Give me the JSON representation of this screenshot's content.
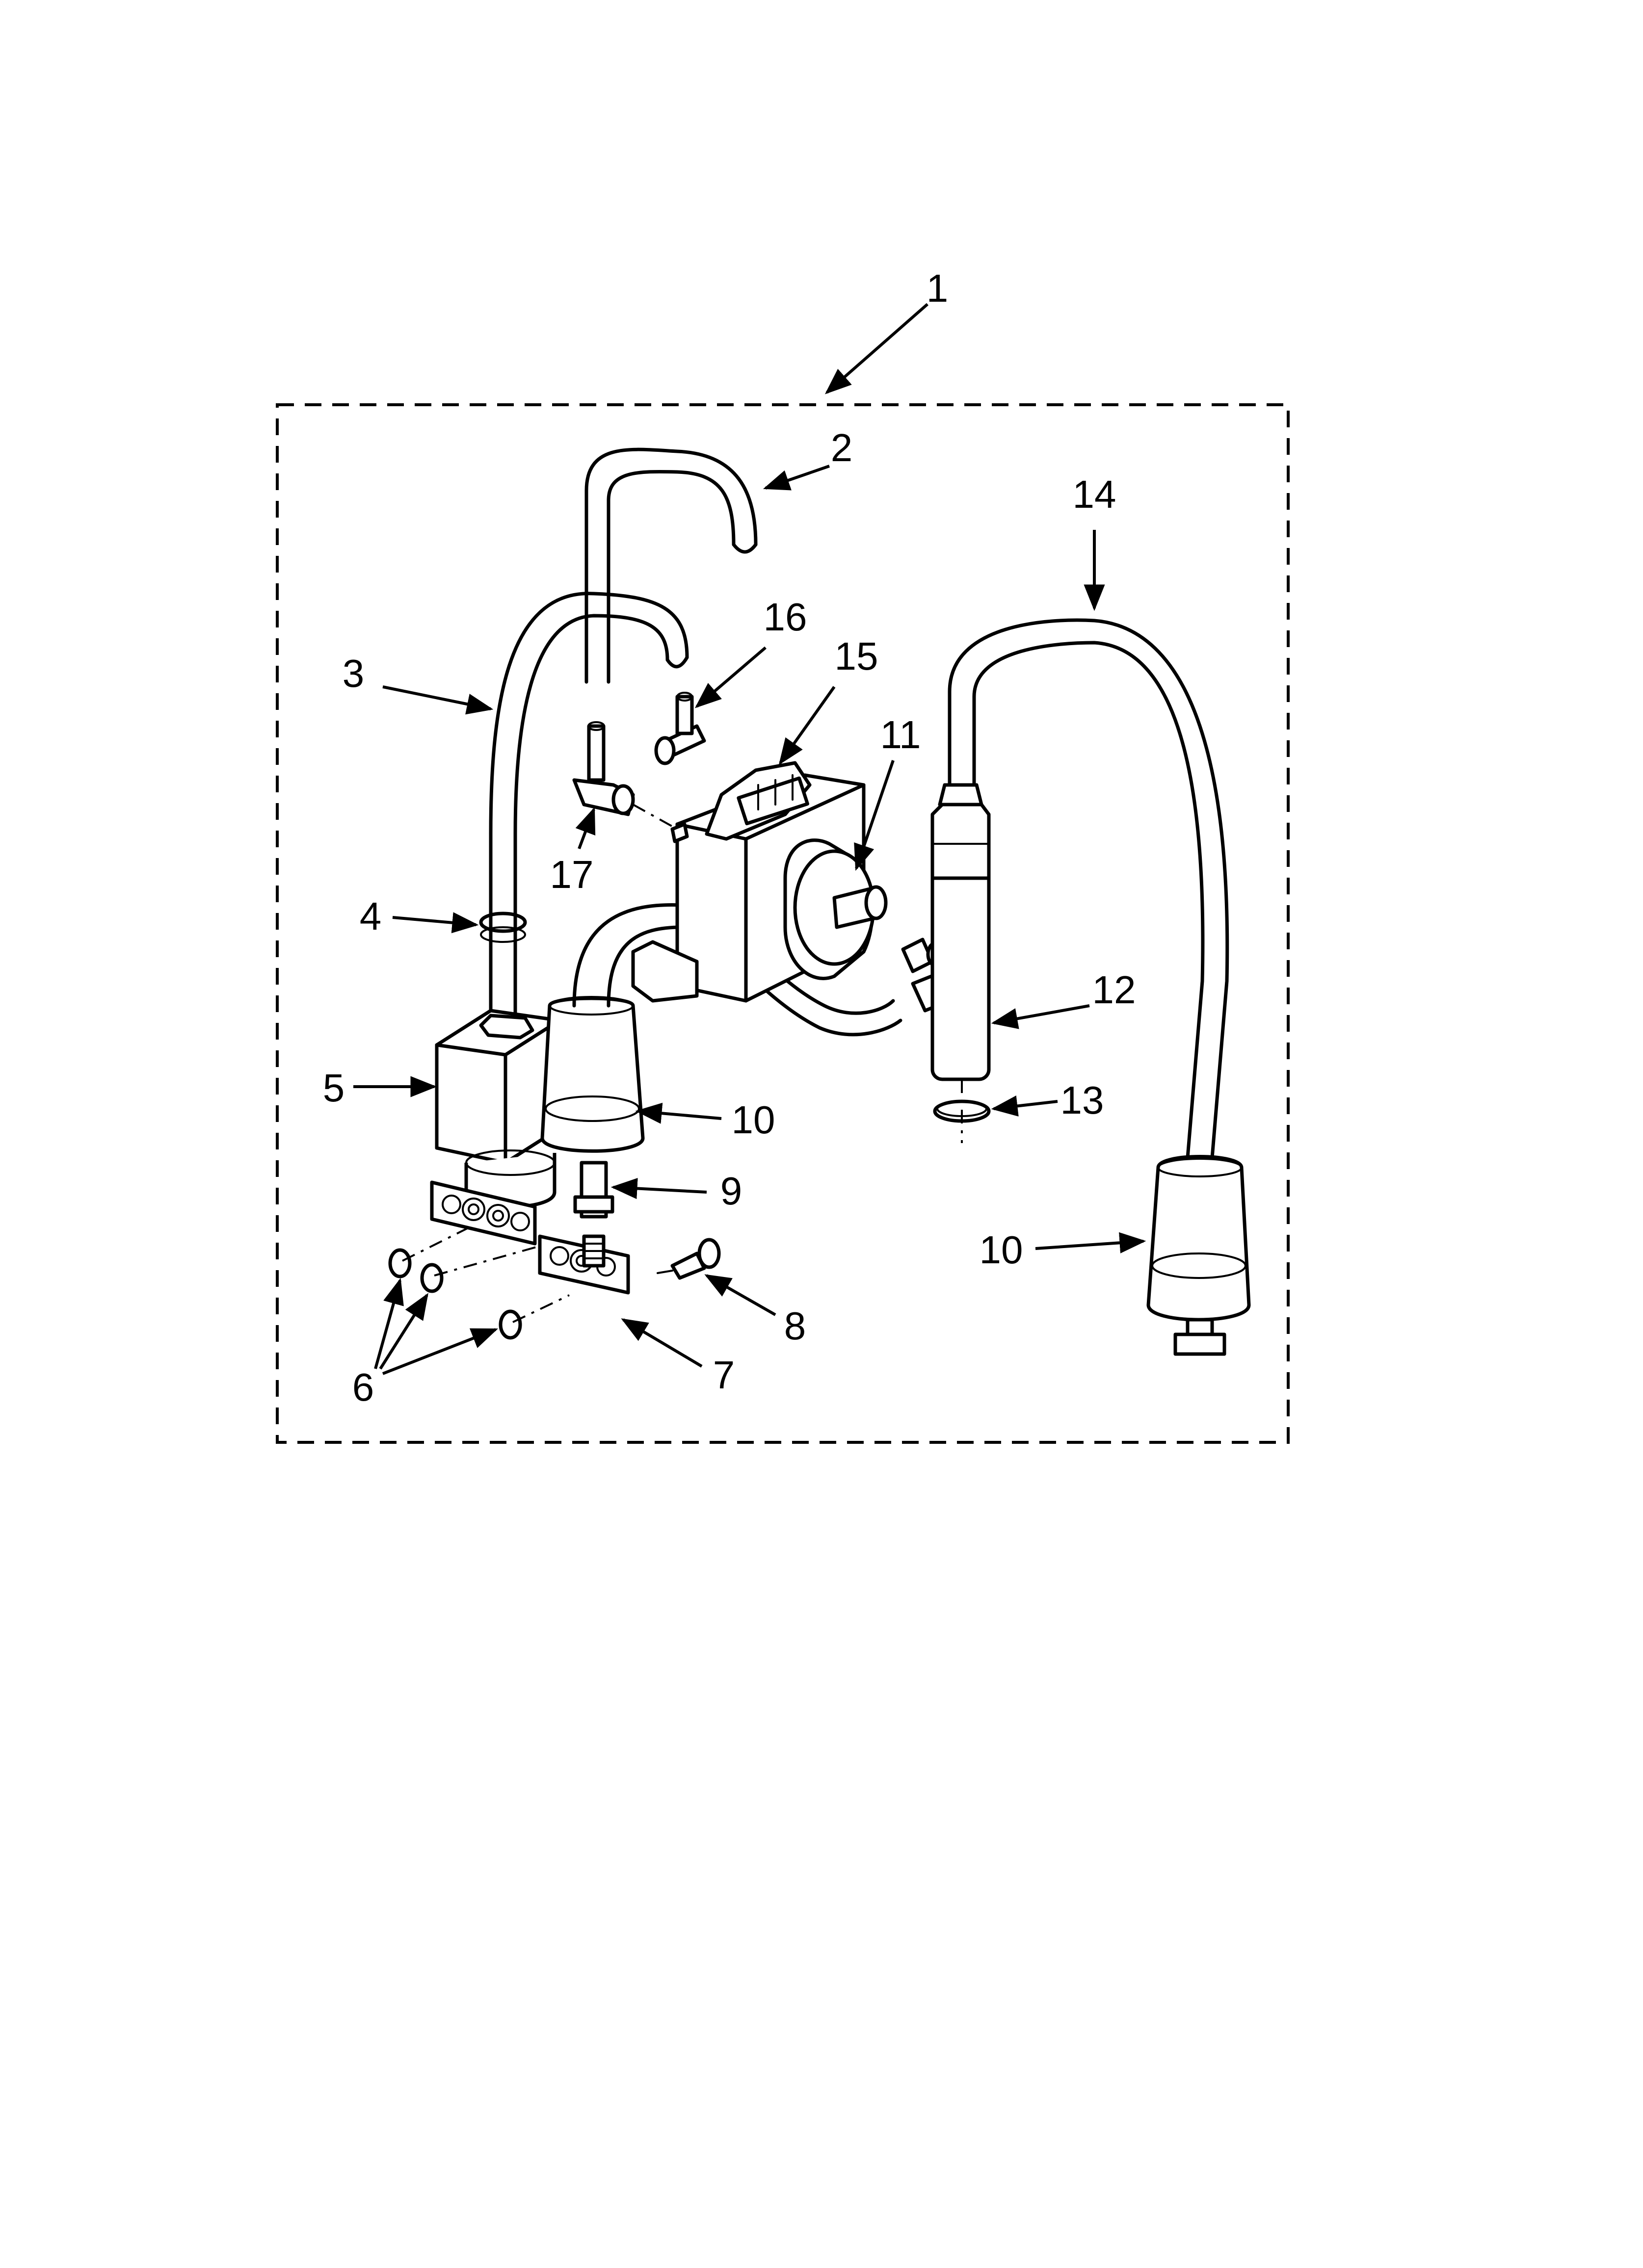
{
  "diagram": {
    "kind": "exploded parts view",
    "callouts": [
      {
        "id": "c1",
        "label": "1"
      },
      {
        "id": "c2",
        "label": "2"
      },
      {
        "id": "c14",
        "label": "14"
      },
      {
        "id": "c16",
        "label": "16"
      },
      {
        "id": "c15",
        "label": "15"
      },
      {
        "id": "c3",
        "label": "3"
      },
      {
        "id": "c11",
        "label": "11"
      },
      {
        "id": "c17",
        "label": "17"
      },
      {
        "id": "c4",
        "label": "4"
      },
      {
        "id": "c12",
        "label": "12"
      },
      {
        "id": "c5",
        "label": "5"
      },
      {
        "id": "c10a",
        "label": "10"
      },
      {
        "id": "c13",
        "label": "13"
      },
      {
        "id": "c9",
        "label": "9"
      },
      {
        "id": "c10b",
        "label": "10"
      },
      {
        "id": "c8",
        "label": "8"
      },
      {
        "id": "c6",
        "label": "6"
      },
      {
        "id": "c7",
        "label": "7"
      }
    ]
  }
}
